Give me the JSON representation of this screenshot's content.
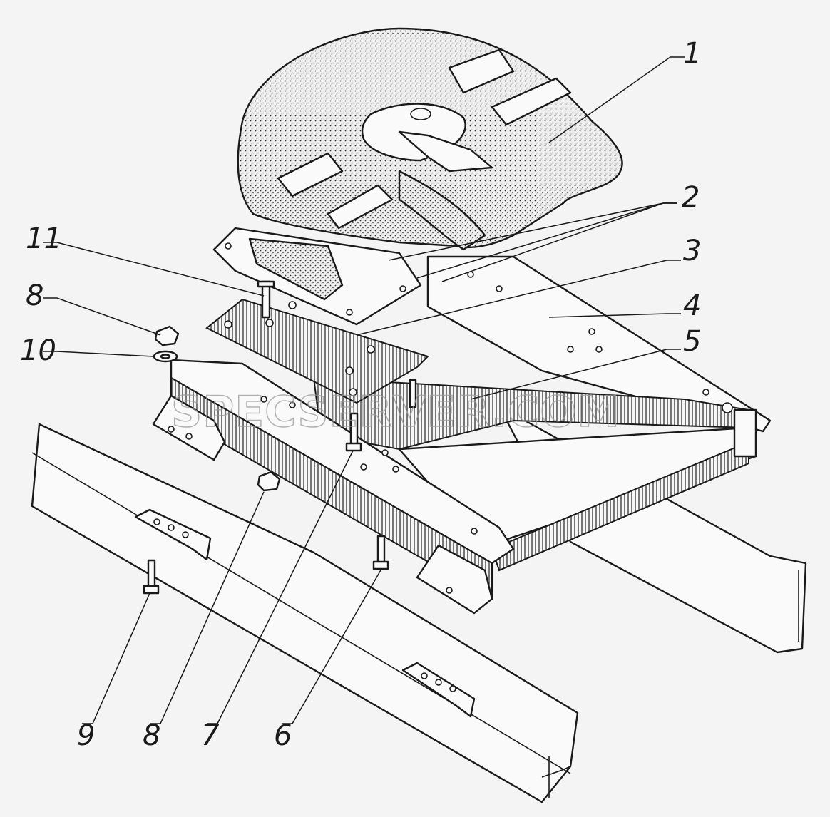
{
  "watermark": "SPECSERVER.COM",
  "callouts": [
    {
      "id": "c1",
      "label": "1"
    },
    {
      "id": "c2",
      "label": "2"
    },
    {
      "id": "c3",
      "label": "3"
    },
    {
      "id": "c4",
      "label": "4"
    },
    {
      "id": "c5",
      "label": "5"
    },
    {
      "id": "c6",
      "label": "6"
    },
    {
      "id": "c7",
      "label": "7"
    },
    {
      "id": "c8a",
      "label": "8"
    },
    {
      "id": "c8b",
      "label": "8"
    },
    {
      "id": "c9",
      "label": "9"
    },
    {
      "id": "c10",
      "label": "10"
    },
    {
      "id": "c11",
      "label": "11"
    }
  ]
}
